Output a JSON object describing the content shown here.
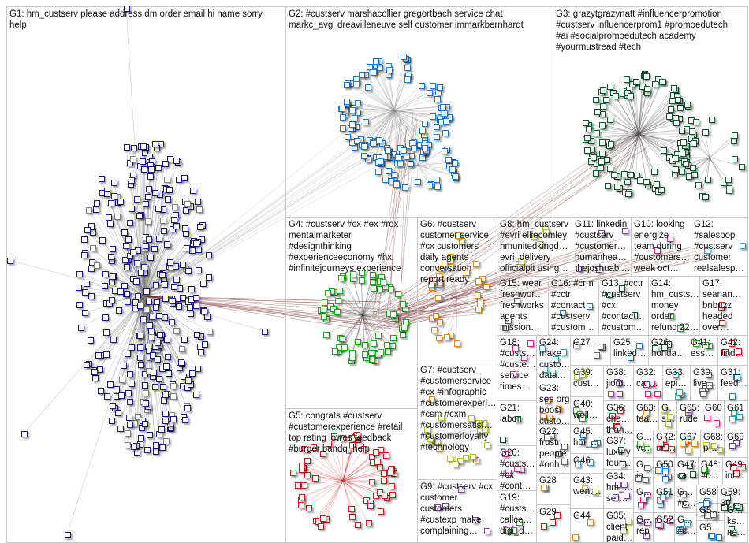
{
  "graph": {
    "title": "#custserv Twitter NodeXL SNA Map",
    "colors": {
      "G1": "#1a1a80",
      "G2": "#1e78c8",
      "G3": "#0a5a28",
      "G4": "#1aaa1a",
      "G5": "#d01818",
      "G6": "#e08a10",
      "G7": "#b0c020",
      "edge": "#7a3030"
    }
  },
  "groups": [
    {
      "id": "G1",
      "lines": [
        "G1: hm_custserv please address dm order email hi name sorry",
        "help"
      ]
    },
    {
      "id": "G2",
      "lines": [
        "G2: #custserv marshacollier gregortbach service chat",
        "markc_avgi dreavilleneuve self customer immarkbernhardt"
      ]
    },
    {
      "id": "G3",
      "lines": [
        "G3: grazytgrazynatt #influencerpromotion",
        "#custserv influencerprom1 #promoedutech",
        "#ai #socialpromoedutech academy",
        "#yourmustread #tech"
      ]
    },
    {
      "id": "G4",
      "lines": [
        "G4: #custserv #cx #ex #rox",
        "mentalmarketer",
        "#designthinking",
        "#experienceeconomy #hx",
        "#infinitejourneys experience"
      ]
    },
    {
      "id": "G6",
      "lines": [
        "G6: #custserv",
        "customer service",
        "#cx customers",
        "daily agents",
        "conversation",
        "report ready"
      ]
    },
    {
      "id": "G8",
      "lines": [
        "G8: hm_custserv",
        "#evri elliecomley",
        "hmunitedkingdo…",
        "evri_delivery",
        "officialpit using…"
      ]
    },
    {
      "id": "G11",
      "lines": [
        "G11: linkedin",
        "#custserv",
        "#customere…",
        "humanhead…",
        "thejoshuabl…"
      ]
    },
    {
      "id": "G10",
      "lines": [
        "G10: looking",
        "energize",
        "team during",
        "#customers…",
        "week oct…"
      ]
    },
    {
      "id": "G12",
      "lines": [
        "G12:",
        "#salespop",
        "#custserv",
        "customer",
        "realsalespo…"
      ]
    },
    {
      "id": "G15",
      "lines": [
        "G15: wear",
        "freshwork…",
        "freshworks",
        "agents",
        "mission…"
      ]
    },
    {
      "id": "G16",
      "lines": [
        "G16: #crm",
        "#cctr",
        "#contactc…",
        "#custserv",
        "#customer…"
      ]
    },
    {
      "id": "G13",
      "lines": [
        "G13: #cctr",
        "#custserv",
        "#cx",
        "#contactc…",
        "#customer…"
      ]
    },
    {
      "id": "G14",
      "lines": [
        "G14:",
        "hm_custs…",
        "money",
        "order",
        "refund 22…"
      ]
    },
    {
      "id": "G17",
      "lines": [
        "G17:",
        "seananm…",
        "bnbuzz",
        "headed",
        "over…"
      ]
    },
    {
      "id": "G7",
      "lines": [
        "G7: #custserv",
        "#customerservice",
        "#cx #infographic",
        "#customerexperi…",
        "#csm #cxm",
        "#customersatisfa…",
        "#customerloyalty",
        "#technology"
      ]
    },
    {
      "id": "G5",
      "lines": [
        "G5: congrats #custserv",
        "#customerexperience #retail",
        "top rating lowes feedback",
        "#burger bandq_help"
      ]
    },
    {
      "id": "G9",
      "lines": [
        "G9: #custserv #cx",
        "customer",
        "customers",
        "#custexp make",
        "complaining…"
      ]
    },
    {
      "id": "G18",
      "lines": [
        "G18:",
        "#custse…",
        "#custexp",
        "service",
        "times…"
      ]
    },
    {
      "id": "G24",
      "lines": [
        "G24:",
        "make",
        "custo…",
        "data…"
      ]
    },
    {
      "id": "G27",
      "lines": [
        "G27"
      ]
    },
    {
      "id": "G25",
      "lines": [
        "G25:",
        "linkedi…"
      ]
    },
    {
      "id": "G26",
      "lines": [
        "G26:",
        "honda…"
      ]
    },
    {
      "id": "G41",
      "lines": [
        "G41:",
        "esse…"
      ]
    },
    {
      "id": "G42",
      "lines": [
        "G42:",
        "find…"
      ]
    },
    {
      "id": "G23",
      "lines": [
        "G23:",
        "see org",
        "boost",
        "custo…"
      ]
    },
    {
      "id": "G39",
      "lines": [
        "G39:",
        "custo…"
      ]
    },
    {
      "id": "G38",
      "lines": [
        "G38:",
        "jiom…"
      ]
    },
    {
      "id": "G32",
      "lines": [
        "G32:",
        "card…"
      ]
    },
    {
      "id": "G33",
      "lines": [
        "G33:",
        "episo…"
      ]
    },
    {
      "id": "G30",
      "lines": [
        "G30:",
        "livec…"
      ]
    },
    {
      "id": "G31",
      "lines": [
        "G31:",
        "feed…"
      ]
    },
    {
      "id": "G21",
      "lines": [
        "G21:",
        "labor"
      ]
    },
    {
      "id": "G40",
      "lines": [
        "G40:",
        "well…"
      ]
    },
    {
      "id": "G36",
      "lines": [
        "G36:",
        "che…",
        "than…"
      ]
    },
    {
      "id": "G63",
      "lines": [
        "G63:",
        "tea…"
      ]
    },
    {
      "id": "G64",
      "lines": [
        "G64:",
        "sell…"
      ]
    },
    {
      "id": "G65",
      "lines": [
        "G65:",
        "rude"
      ]
    },
    {
      "id": "G60",
      "lines": [
        "G60"
      ]
    },
    {
      "id": "G61",
      "lines": [
        "G61"
      ]
    },
    {
      "id": "G22",
      "lines": [
        "G22:",
        "frustra…",
        "people",
        "#onhol…"
      ]
    },
    {
      "id": "G45",
      "lines": [
        "G45:",
        "hm_c…"
      ]
    },
    {
      "id": "G37",
      "lines": [
        "G37:",
        "luxury",
        "four…"
      ]
    },
    {
      "id": "G62",
      "lines": [
        "G62:",
        "veri…"
      ]
    },
    {
      "id": "G72",
      "lines": [
        "G72:",
        "unit…"
      ]
    },
    {
      "id": "G67",
      "lines": [
        "G67"
      ]
    },
    {
      "id": "G68",
      "lines": [
        "G68:",
        "pm…"
      ]
    },
    {
      "id": "G69",
      "lines": [
        "G69"
      ]
    },
    {
      "id": "G20",
      "lines": [
        "G20:",
        "#custse…",
        "#cx",
        "#conta…"
      ]
    },
    {
      "id": "G46",
      "lines": [
        "G46"
      ]
    },
    {
      "id": "G66",
      "lines": [
        "G66:",
        "inte…"
      ]
    },
    {
      "id": "G50",
      "lines": [
        "G50"
      ]
    },
    {
      "id": "G47",
      "lines": [
        "G47:",
        "call…"
      ]
    },
    {
      "id": "G48",
      "lines": [
        "G48:",
        "#cu…"
      ]
    },
    {
      "id": "G49",
      "lines": [
        "G49:",
        "inte…"
      ]
    },
    {
      "id": "G28",
      "lines": [
        "G28"
      ]
    },
    {
      "id": "G43",
      "lines": [
        "G43:",
        "went…"
      ]
    },
    {
      "id": "G34",
      "lines": [
        "G34:",
        "hm_…",
        "serm…"
      ]
    },
    {
      "id": "G70",
      "lines": [
        "G70"
      ]
    },
    {
      "id": "G51",
      "lines": [
        "G51"
      ]
    },
    {
      "id": "G53",
      "lines": [
        "G53:",
        "#cu…"
      ]
    },
    {
      "id": "G58",
      "lines": [
        "G58"
      ]
    },
    {
      "id": "G59",
      "lines": [
        "G59:",
        "30…"
      ]
    },
    {
      "id": "G19",
      "lines": [
        "G19:",
        "#custse…",
        "callcent…",
        "digi_de…"
      ]
    },
    {
      "id": "G29",
      "lines": [
        "G29"
      ]
    },
    {
      "id": "G44",
      "lines": [
        "G44"
      ]
    },
    {
      "id": "G35",
      "lines": [
        "G35:",
        "client",
        "paid…"
      ]
    },
    {
      "id": "G71",
      "lines": [
        "G71:",
        "rep"
      ]
    },
    {
      "id": "G52",
      "lines": [
        "G52"
      ]
    },
    {
      "id": "G57",
      "lines": [
        "G57:",
        "#cu…"
      ]
    },
    {
      "id": "G54",
      "lines": [
        "G54:…"
      ]
    },
    {
      "id": "G55",
      "lines": [
        "G55:…"
      ]
    },
    {
      "id": "G56",
      "lines": [
        "G…",
        "ks…",
        "ne…"
      ]
    }
  ]
}
